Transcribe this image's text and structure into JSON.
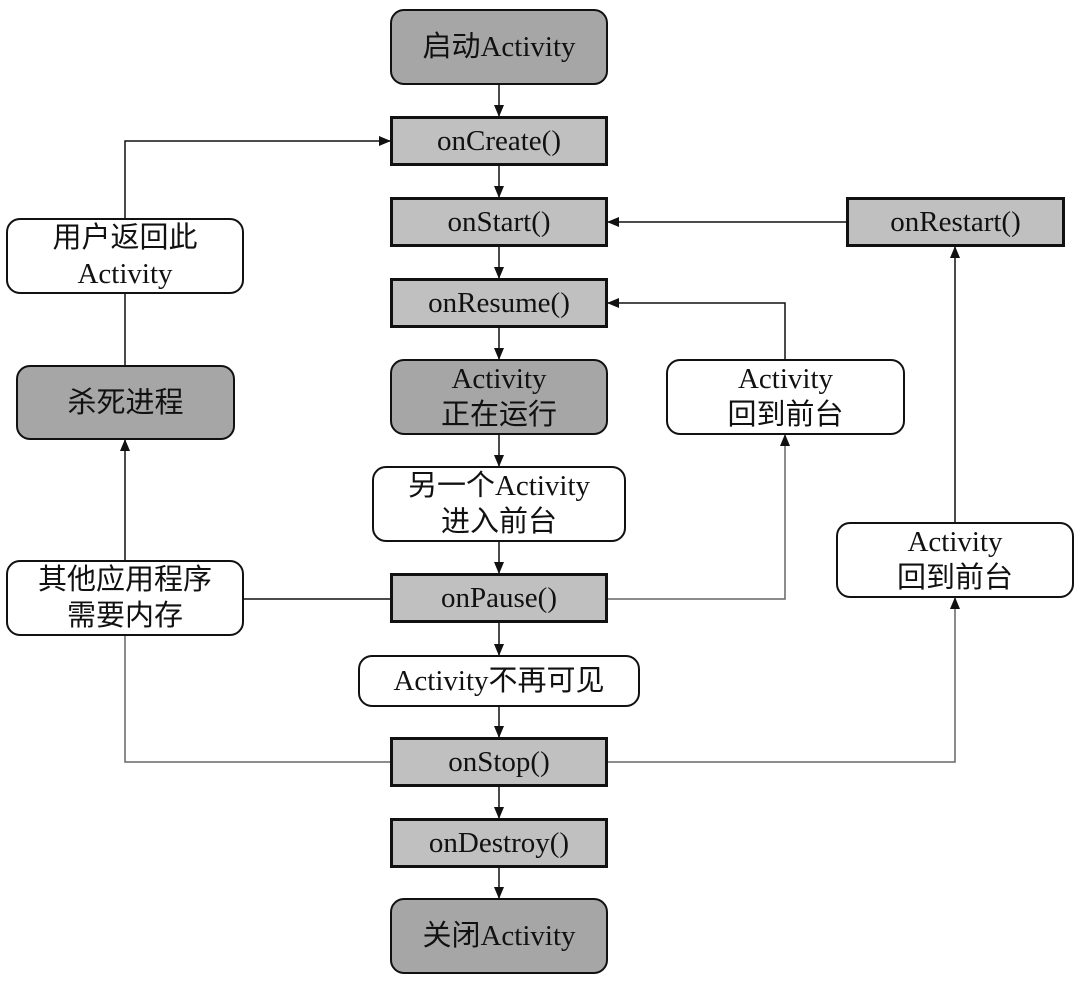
{
  "diagram": {
    "title": "Android Activity lifecycle",
    "colors": {
      "method_fill": "#c0c0c0",
      "state_fill": "#a6a6a6",
      "event_fill": "#ffffff",
      "line": "#111111"
    },
    "nodes": {
      "start": {
        "kind": "state",
        "lines": [
          "启动Activity"
        ]
      },
      "on_create": {
        "kind": "method",
        "lines": [
          "onCreate()"
        ]
      },
      "on_start": {
        "kind": "method",
        "lines": [
          "onStart()"
        ]
      },
      "on_resume": {
        "kind": "method",
        "lines": [
          "onResume()"
        ]
      },
      "running": {
        "kind": "state",
        "lines": [
          "Activity",
          "正在运行"
        ]
      },
      "another_foreground": {
        "kind": "event",
        "lines": [
          "另一个Activity",
          "进入前台"
        ]
      },
      "on_pause": {
        "kind": "method",
        "lines": [
          "onPause()"
        ]
      },
      "not_visible": {
        "kind": "event",
        "lines": [
          "Activity不再可见"
        ]
      },
      "on_stop": {
        "kind": "method",
        "lines": [
          "onStop()"
        ]
      },
      "on_destroy": {
        "kind": "method",
        "lines": [
          "onDestroy()"
        ]
      },
      "shutdown": {
        "kind": "state",
        "lines": [
          "关闭Activity"
        ]
      },
      "on_restart": {
        "kind": "method",
        "lines": [
          "onRestart()"
        ]
      },
      "back_foreground_1": {
        "kind": "event",
        "lines": [
          "Activity",
          "回到前台"
        ]
      },
      "back_foreground_2": {
        "kind": "event",
        "lines": [
          "Activity",
          "回到前台"
        ]
      },
      "user_returns": {
        "kind": "event",
        "lines": [
          "用户返回此",
          "Activity"
        ]
      },
      "kill_process": {
        "kind": "state",
        "lines": [
          "杀死进程"
        ]
      },
      "other_app_memory": {
        "kind": "event",
        "lines": [
          "其他应用程序",
          "需要内存"
        ]
      }
    },
    "edges": [
      {
        "from": "start",
        "to": "on_create"
      },
      {
        "from": "on_create",
        "to": "on_start"
      },
      {
        "from": "on_start",
        "to": "on_resume"
      },
      {
        "from": "on_resume",
        "to": "running"
      },
      {
        "from": "running",
        "to": "another_foreground"
      },
      {
        "from": "another_foreground",
        "to": "on_pause"
      },
      {
        "from": "on_pause",
        "to": "not_visible"
      },
      {
        "from": "not_visible",
        "to": "on_stop"
      },
      {
        "from": "on_stop",
        "to": "on_destroy"
      },
      {
        "from": "on_destroy",
        "to": "shutdown"
      },
      {
        "from": "on_pause",
        "to": "back_foreground_1"
      },
      {
        "from": "back_foreground_1",
        "to": "on_resume"
      },
      {
        "from": "on_stop",
        "to": "back_foreground_2"
      },
      {
        "from": "back_foreground_2",
        "to": "on_restart"
      },
      {
        "from": "on_restart",
        "to": "on_start"
      },
      {
        "from": "on_pause",
        "to": "other_app_memory"
      },
      {
        "from": "on_stop",
        "to": "other_app_memory"
      },
      {
        "from": "other_app_memory",
        "to": "kill_process"
      },
      {
        "from": "kill_process",
        "to": "user_returns"
      },
      {
        "from": "user_returns",
        "to": "on_create"
      }
    ]
  }
}
